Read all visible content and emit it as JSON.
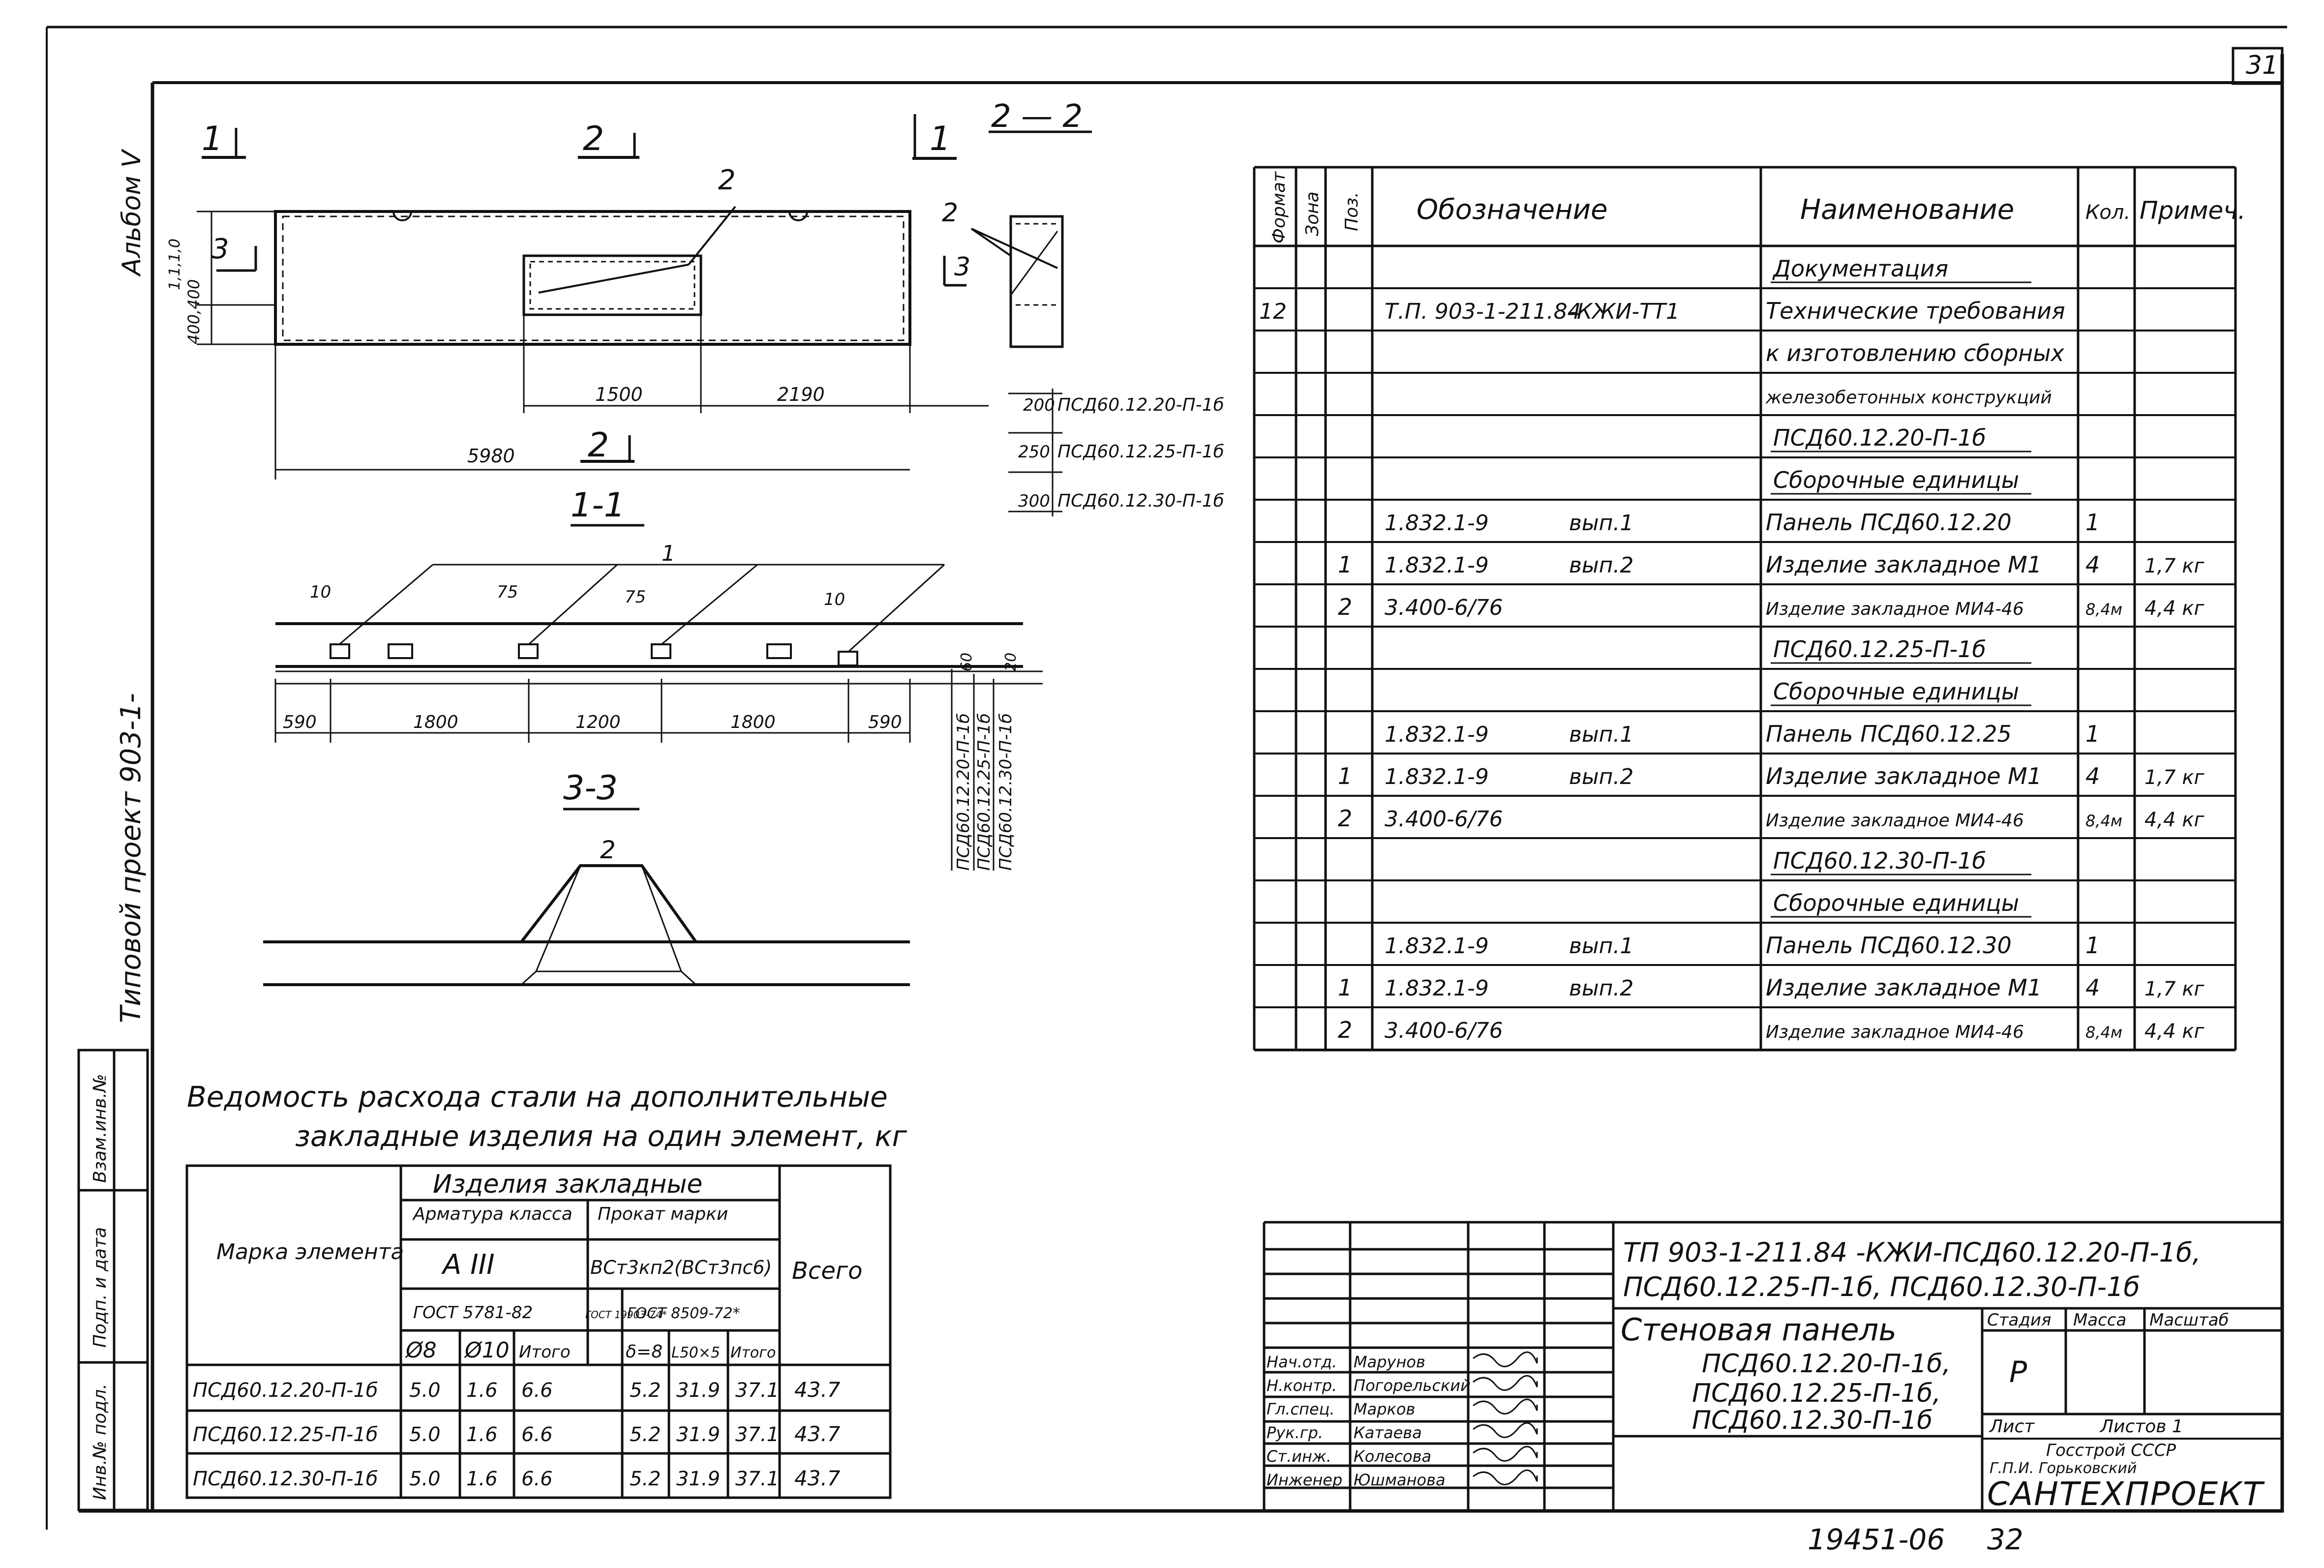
{
  "page_number": "31",
  "bottom_number": "19451-06",
  "bottom_page": "32",
  "side": {
    "album": "Альбом V",
    "project": "Типовой проект 903-1-",
    "stamp_labels": [
      "Инв.№ подл.",
      "Подп. и дата",
      "Взам.инв.№"
    ]
  },
  "drawing": {
    "sec_cut_1": "1",
    "sec_cut_2": "2",
    "sec_2_2": "2 — 2",
    "sec_1_1": "1-1",
    "sec_3_3": "3-3",
    "pos_1": "1",
    "pos_2": "2",
    "pos_3": "3",
    "dim_1500": "1500",
    "dim_2190": "2190",
    "dim_5980": "5980",
    "dim_height": "1,1,1,0",
    "dim_400": "400,400",
    "dim_10": "10",
    "dim_75": "75",
    "dim_590": "590",
    "dim_1800": "1800",
    "dim_1200": "1200",
    "dim_60": "60",
    "dim_20": "20",
    "variants": [
      {
        "thk": "200",
        "mark": "ПСД60.12.20-П-1б"
      },
      {
        "thk": "250",
        "mark": "ПСД60.12.25-П-1б"
      },
      {
        "thk": "300",
        "mark": "ПСД60.12.30-П-1б"
      }
    ],
    "vert_marks": [
      "ПСД60.12.20-П-1б",
      "ПСД60.12.25-П-1б",
      "ПСД60.12.30-П-1б"
    ]
  },
  "spec": {
    "headers": {
      "format": "Формат",
      "zone": "Зона",
      "pos": "Поз.",
      "designation": "Обозначение",
      "name": "Наименование",
      "qty": "Кол.",
      "note": "Примеч."
    },
    "rows": [
      {
        "fmt": "",
        "pos": "",
        "des": "",
        "ver": "",
        "name": "Документация",
        "qty": "",
        "note": "",
        "heading": true
      },
      {
        "fmt": "12",
        "pos": "",
        "des": "Т.П. 903-1-211.84",
        "ver": "-КЖИ-ТТ1",
        "name": "Технические требования",
        "qty": "",
        "note": ""
      },
      {
        "fmt": "",
        "pos": "",
        "des": "",
        "ver": "",
        "name": "к изготовлению сборных",
        "qty": "",
        "note": ""
      },
      {
        "fmt": "",
        "pos": "",
        "des": "",
        "ver": "",
        "name": "железобетонных конструкций",
        "qty": "",
        "note": ""
      },
      {
        "fmt": "",
        "pos": "",
        "des": "",
        "ver": "",
        "name": "ПСД60.12.20-П-1б",
        "qty": "",
        "note": "",
        "heading": true
      },
      {
        "fmt": "",
        "pos": "",
        "des": "",
        "ver": "",
        "name": "Сборочные единицы",
        "qty": "",
        "note": "",
        "heading": true
      },
      {
        "fmt": "",
        "pos": "",
        "des": "1.832.1-9",
        "ver": "вып.1",
        "name": "Панель ПСД60.12.20",
        "qty": "1",
        "note": ""
      },
      {
        "fmt": "",
        "pos": "1",
        "des": "1.832.1-9",
        "ver": "вып.2",
        "name": "Изделие закладное М1",
        "qty": "4",
        "note": "1,7 кг"
      },
      {
        "fmt": "",
        "pos": "2",
        "des": "3.400-6/76",
        "ver": "",
        "name": "Изделие закладное МИ4-46",
        "qty": "8,4м",
        "note": "4,4 кг"
      },
      {
        "fmt": "",
        "pos": "",
        "des": "",
        "ver": "",
        "name": "ПСД60.12.25-П-1б",
        "qty": "",
        "note": "",
        "heading": true
      },
      {
        "fmt": "",
        "pos": "",
        "des": "",
        "ver": "",
        "name": "Сборочные единицы",
        "qty": "",
        "note": "",
        "heading": true
      },
      {
        "fmt": "",
        "pos": "",
        "des": "1.832.1-9",
        "ver": "вып.1",
        "name": "Панель ПСД60.12.25",
        "qty": "1",
        "note": ""
      },
      {
        "fmt": "",
        "pos": "1",
        "des": "1.832.1-9",
        "ver": "вып.2",
        "name": "Изделие закладное М1",
        "qty": "4",
        "note": "1,7 кг"
      },
      {
        "fmt": "",
        "pos": "2",
        "des": "3.400-6/76",
        "ver": "",
        "name": "Изделие закладное МИ4-46",
        "qty": "8,4м",
        "note": "4,4 кг"
      },
      {
        "fmt": "",
        "pos": "",
        "des": "",
        "ver": "",
        "name": "ПСД60.12.30-П-1б",
        "qty": "",
        "note": "",
        "heading": true
      },
      {
        "fmt": "",
        "pos": "",
        "des": "",
        "ver": "",
        "name": "Сборочные единицы",
        "qty": "",
        "note": "",
        "heading": true
      },
      {
        "fmt": "",
        "pos": "",
        "des": "1.832.1-9",
        "ver": "вып.1",
        "name": "Панель ПСД60.12.30",
        "qty": "1",
        "note": ""
      },
      {
        "fmt": "",
        "pos": "1",
        "des": "1.832.1-9",
        "ver": "вып.2",
        "name": "Изделие закладное М1",
        "qty": "4",
        "note": "1,7 кг"
      },
      {
        "fmt": "",
        "pos": "2",
        "des": "3.400-6/76",
        "ver": "",
        "name": "Изделие закладное МИ4-46",
        "qty": "8,4м",
        "note": "4,4 кг"
      }
    ]
  },
  "steel": {
    "title_line1": "Ведомость расхода стали на дополнительные",
    "title_line2": "закладные изделия на один элемент, кг",
    "h_mark": "Марка элемента",
    "h_items": "Изделия закладные",
    "h_rebar": "Арматура класса",
    "h_rebar_class": "А III",
    "h_rebar_gost": "ГОСТ 5781-82",
    "h_rolled": "Прокат марки",
    "h_rolled_grade": "ВСт3кп2(ВСт3пс6)",
    "h_gost1": "ГОСТ 19903-74*",
    "h_gost2": "ГОСТ 8509-72*",
    "h_total": "Всего",
    "cols": [
      "Ø8",
      "Ø10",
      "Итого",
      "δ=8",
      "L50×5",
      "Итого"
    ],
    "rows": [
      {
        "mark": "ПСД60.12.20-П-1б",
        "v": [
          "5.0",
          "1.6",
          "6.6",
          "5.2",
          "31.9",
          "37.1"
        ],
        "total": "43.7"
      },
      {
        "mark": "ПСД60.12.25-П-1б",
        "v": [
          "5.0",
          "1.6",
          "6.6",
          "5.2",
          "31.9",
          "37.1"
        ],
        "total": "43.7"
      },
      {
        "mark": "ПСД60.12.30-П-1б",
        "v": [
          "5.0",
          "1.6",
          "6.6",
          "5.2",
          "31.9",
          "37.1"
        ],
        "total": "43.7"
      }
    ]
  },
  "titleblock": {
    "code_line1": "ТП 903-1-211.84 -КЖИ-ПСД60.12.20-П-1б,",
    "code_line2": "ПСД60.12.25-П-1б,  ПСД60.12.30-П-1б",
    "title": "Стеновая панель",
    "marks": [
      "ПСД60.12.20-П-1б,",
      "ПСД60.12.25-П-1б,",
      "ПСД60.12.30-П-1б"
    ],
    "stage_label": "Стадия",
    "mass_label": "Масса",
    "scale_label": "Масштаб",
    "stage": "Р",
    "sheet_label": "Лист",
    "sheets_label": "Листов 1",
    "org_line1": "Госстрой СССР",
    "org_line2": "Г.П.И. Горьковский",
    "org_logo": "САНТЕХПРОЕКТ",
    "people": [
      {
        "role": "Нач.отд.",
        "name": "Марунов"
      },
      {
        "role": "Н.контр.",
        "name": "Погорельский"
      },
      {
        "role": "Гл.спец.",
        "name": "Марков"
      },
      {
        "role": "Рук.гр.",
        "name": "Катаева"
      },
      {
        "role": "Ст.инж.",
        "name": "Колесова"
      },
      {
        "role": "Инженер",
        "name": "Юшманова"
      }
    ]
  }
}
